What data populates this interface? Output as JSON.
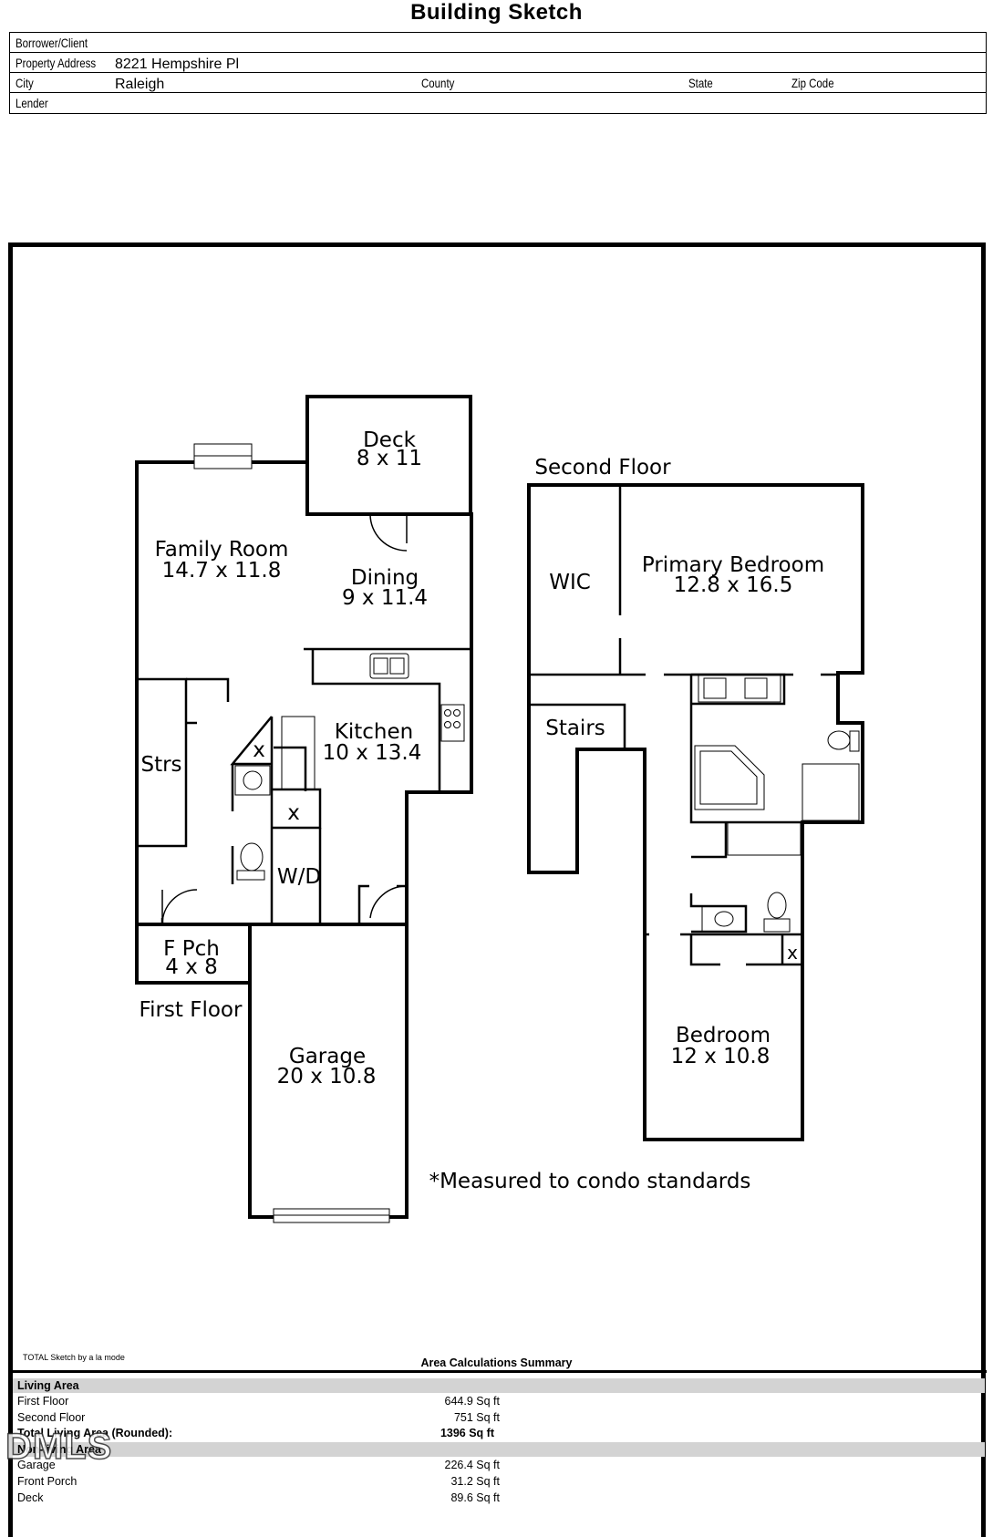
{
  "title": "Building Sketch",
  "header": {
    "borrower_label": "Borrower/Client",
    "address_label": "Property Address",
    "address_value": "8221 Hempshire Pl",
    "city_label": "City",
    "city_value": "Raleigh",
    "county_label": "County",
    "state_label": "State",
    "zip_label": "Zip Code",
    "lender_label": "Lender"
  },
  "sketch": {
    "deck_name": "Deck",
    "deck_dims": "8 x 11",
    "family_name": "Family Room",
    "family_dims": "14.7 x 11.8",
    "dining_name": "Dining",
    "dining_dims": "9 x 11.4",
    "kitchen_name": "Kitchen",
    "kitchen_dims": "10 x 13.4",
    "stairs_first": "Strs",
    "x_label": "x",
    "wd_label": "W/D",
    "porch_name": "F Pch",
    "porch_dims": "4 x 8",
    "first_floor": "First Floor",
    "garage_name": "Garage",
    "garage_dims": "20 x 10.8",
    "second_floor": "Second Floor",
    "wic": "WIC",
    "primary_name": "Primary Bedroom",
    "primary_dims": "12.8 x 16.5",
    "stairs_second": "Stairs",
    "bedroom_name": "Bedroom",
    "bedroom_dims": "12 x 10.8",
    "note": "*Measured to condo standards"
  },
  "summary": {
    "credit": "TOTAL Sketch by a la mode",
    "title": "Area Calculations Summary",
    "living_header": "Living Area",
    "first_floor_label": "First Floor",
    "first_floor_value": "644.9 Sq ft",
    "second_floor_label": "Second Floor",
    "second_floor_value": "751 Sq ft",
    "total_label": "Total Living Area (Rounded):",
    "total_value": "1396 Sq ft",
    "nonliving_header": "Non-living Area",
    "garage_label": "Garage",
    "garage_value": "226.4 Sq ft",
    "porch_label": "Front Porch",
    "porch_value": "31.2 Sq ft",
    "deck_label": "Deck",
    "deck_value": "89.6 Sq ft"
  },
  "watermark": "DMLS"
}
